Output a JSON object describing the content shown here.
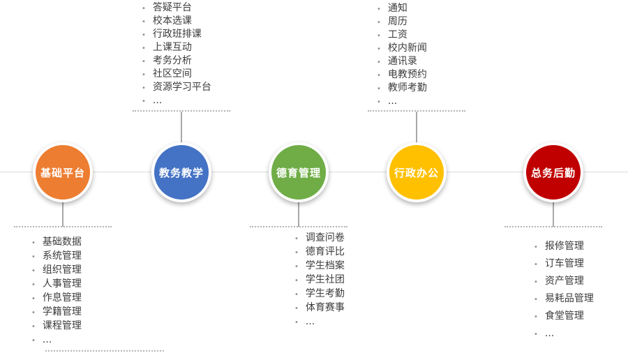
{
  "modules": [
    {
      "label": "基础平台",
      "color": "#ED7D31",
      "list_position": "below",
      "items": [
        "基础数据",
        "系统管理",
        "组织管理",
        "人事管理",
        "作息管理",
        "学籍管理",
        "课程管理",
        "..."
      ]
    },
    {
      "label": "教务教学",
      "color": "#4472C4",
      "list_position": "above",
      "items": [
        "答疑平台",
        "校本选课",
        "行政班排课",
        "上课互动",
        "考务分析",
        "社区空间",
        "资源学习平台",
        "..."
      ]
    },
    {
      "label": "德育管理",
      "color": "#70AD47",
      "list_position": "below",
      "items": [
        "调查问卷",
        "德育评比",
        "学生档案",
        "学生社团",
        "学生考勤",
        "体育赛事",
        "..."
      ]
    },
    {
      "label": "行政办公",
      "color": "#FFC000",
      "list_position": "above",
      "items": [
        "通知",
        "周历",
        "工资",
        "校内新闻",
        "通讯录",
        "电教预约",
        "教师考勤",
        "..."
      ]
    },
    {
      "label": "总务后勤",
      "color": "#C00000",
      "list_position": "below",
      "items": [
        "报修管理",
        "订车管理",
        "资产管理",
        "易耗品管理",
        "食堂管理",
        "..."
      ]
    }
  ],
  "bullet_glyph": "•"
}
